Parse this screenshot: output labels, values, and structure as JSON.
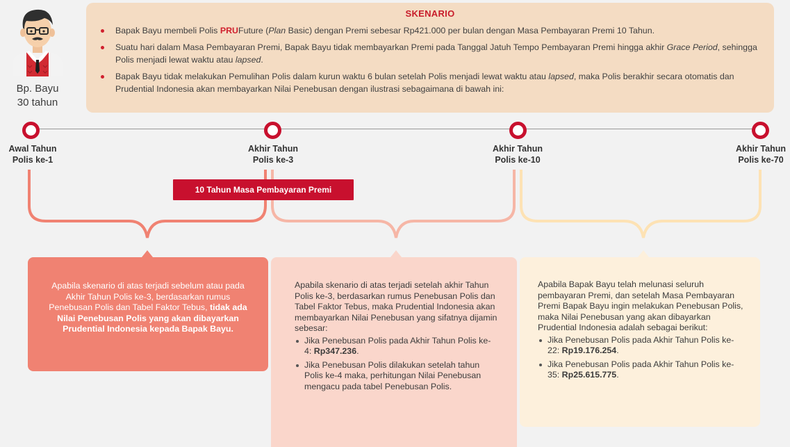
{
  "persona": {
    "name": "Bp. Bayu",
    "age": "30 tahun"
  },
  "scenario": {
    "title": "SKENARIO",
    "bullet1": {
      "a": "Bapak Bayu membeli Polis ",
      "pru": "PRU",
      "b": "Future (",
      "plan": "Plan",
      "c": " Basic) dengan Premi sebesar Rp421.000 per bulan dengan Masa Pembayaran Premi 10 Tahun."
    },
    "bullet2": {
      "a": "Suatu hari dalam Masa Pembayaran Premi, Bapak Bayu tidak membayarkan Premi pada Tanggal Jatuh Tempo Pembayaran Premi hingga akhir ",
      "grace": "Grace Period",
      "b": ", sehingga Polis menjadi lewat waktu atau ",
      "lapsed": "lapsed",
      "c": "."
    },
    "bullet3": {
      "a": "Bapak Bayu tidak melakukan Pemulihan Polis dalam kurun waktu 6 bulan setelah Polis menjadi lewat waktu atau ",
      "lapsed": "lapsed",
      "b": ", maka Polis  berakhir secara otomatis dan Prudential Indonesia akan membayarkan Nilai Penebusan dengan ilustrasi sebagaimana di bawah ini:"
    }
  },
  "timeline": {
    "nodes": [
      {
        "line1": "Awal Tahun",
        "line2": "Polis ke-1"
      },
      {
        "line1": "Akhir Tahun",
        "line2": "Polis ke-3"
      },
      {
        "line1": "Akhir Tahun",
        "line2": "Polis ke-10"
      },
      {
        "line1": "Akhir Tahun",
        "line2": "Polis ke-70"
      }
    ],
    "premium_period": "10 Tahun Masa Pembayaran Premi"
  },
  "boxes": {
    "box1": {
      "text": "Apabila skenario di atas terjadi sebelum atau pada Akhir Tahun Polis ke-3, berdasarkan rumus Penebusan Polis dan Tabel Faktor Tebus, ",
      "bold": "tidak ada Nilai Penebusan Polis yang akan dibayarkan Prudential Indonesia kepada Bapak Bayu",
      "end": "."
    },
    "box2": {
      "intro": "Apabila skenario di atas terjadi setelah akhir Tahun Polis ke-3, berdasarkan rumus Penebusan Polis dan Tabel Faktor Tebus, maka Prudential Indonesia akan membayarkan Nilai Penebusan yang sifatnya dijamin sebesar:",
      "item1_text": "Jika Penebusan Polis pada Akhir Tahun Polis ke-4: ",
      "item1_value": "Rp347.236",
      "item1_end": ".",
      "item2_text": "Jika Penebusan Polis dilakukan setelah tahun Polis ke-4 maka, perhitungan Nilai Penebusan mengacu pada tabel Penebusan Polis."
    },
    "box3": {
      "intro": "Apabila Bapak Bayu telah melunasi seluruh pembayaran Premi, dan setelah  Masa Pembayaran Premi Bapak Bayu  ingin melakukan Penebusan Polis, maka  Nilai Penebusan yang akan dibayarkan  Prudential Indonesia adalah sebagai berikut:",
      "item1_text": "Jika Penebusan Polis pada Akhir Tahun Polis ke-22: ",
      "item1_value": "Rp19.176.254",
      "item1_end": ".",
      "item2_text": "Jika Penebusan Polis pada Akhir Tahun Polis ke-35: ",
      "item2_value": "Rp25.615.775",
      "item2_end": "."
    }
  },
  "colors": {
    "brand_red": "#c8102e",
    "brace_1": "#f08272",
    "brace_2": "#f6b6a6",
    "brace_3": "#fde2b4",
    "box1_bg": "#f08272",
    "box2_bg": "#fad6cb",
    "box3_bg": "#fdf0dc",
    "scenario_bg": "#f4dcc3"
  }
}
